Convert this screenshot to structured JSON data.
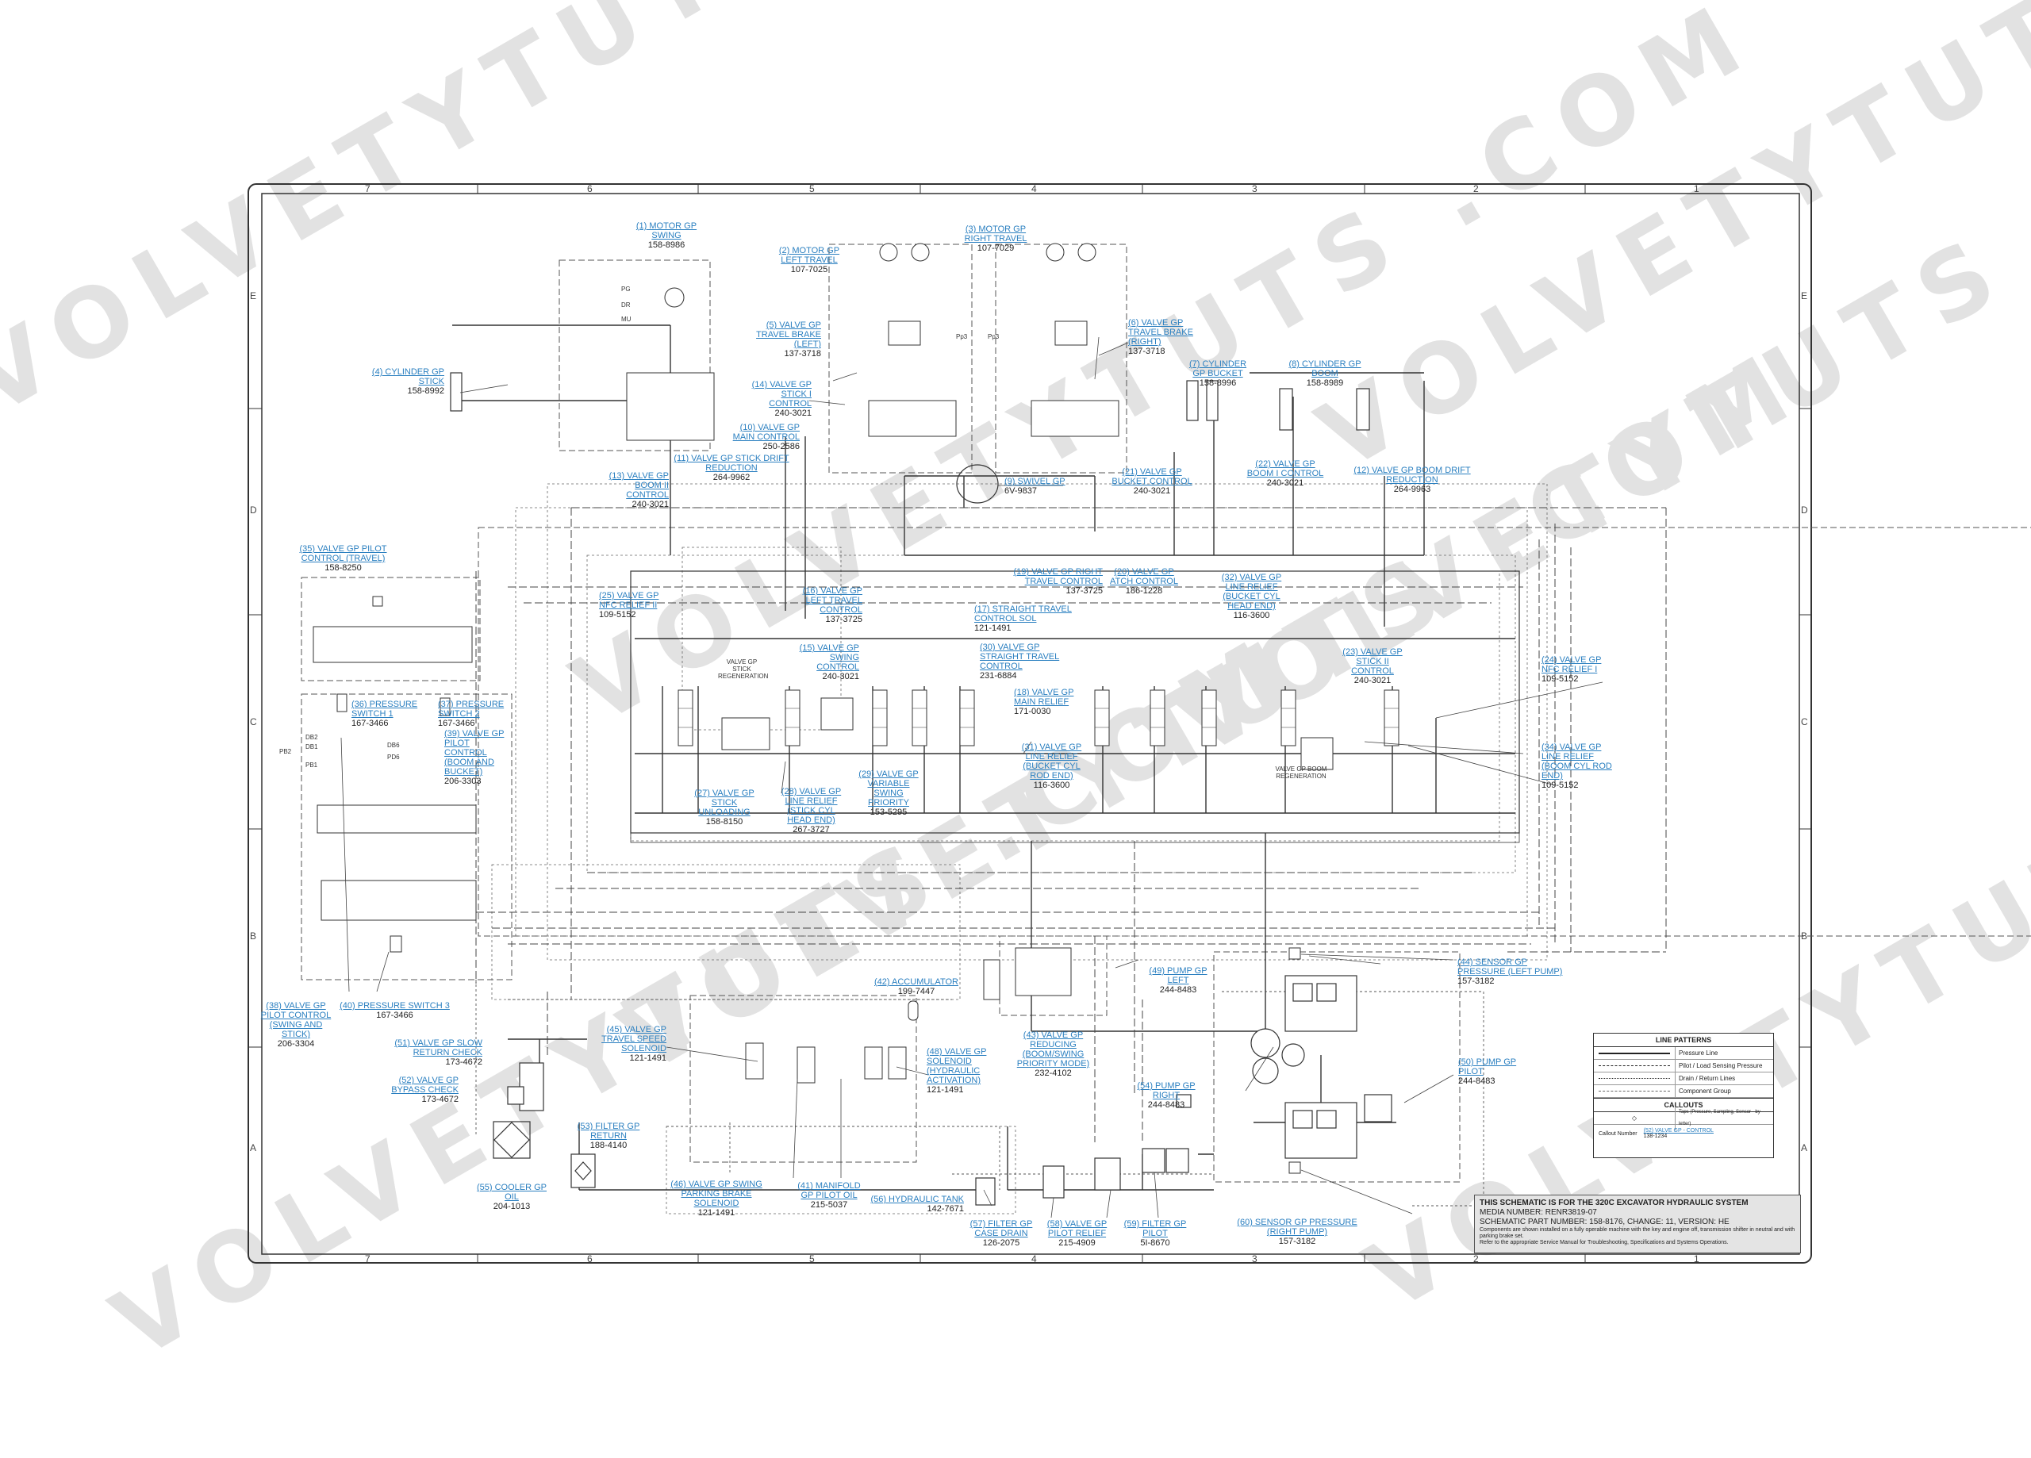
{
  "watermark": "VOLVETYTUTS .COM",
  "border": {
    "columns": [
      "7",
      "6",
      "5",
      "4",
      "3",
      "2",
      "1"
    ],
    "rows": [
      "E",
      "D",
      "C",
      "B",
      "A"
    ]
  },
  "callouts": {
    "c1": {
      "link": "(1) MOTOR GP SWING",
      "pn": "158-8986"
    },
    "c2": {
      "link": "(2) MOTOR GP LEFT TRAVEL",
      "pn": "107-7025"
    },
    "c3": {
      "link": "(3) MOTOR GP RIGHT TRAVEL",
      "pn": "107-7029"
    },
    "c4": {
      "link": "(4) CYLINDER GP STICK",
      "pn": "158-8992"
    },
    "c5": {
      "link": "(5) VALVE GP TRAVEL BRAKE (LEFT)",
      "pn": "137-3718"
    },
    "c6": {
      "link": "(6) VALVE GP TRAVEL BRAKE (RIGHT)",
      "pn": "137-3718"
    },
    "c7": {
      "link": "(7) CYLINDER GP BUCKET",
      "pn": "158-8996"
    },
    "c8": {
      "link": "(8) CYLINDER GP BOOM",
      "pn": "158-8989"
    },
    "c9": {
      "link": "(9) SWIVEL GP",
      "pn": "6V-9837"
    },
    "c10": {
      "link": "(10) VALVE GP MAIN CONTROL",
      "pn": "250-2586"
    },
    "c11": {
      "link": "(11) VALVE GP STICK DRIFT REDUCTION",
      "pn": "264-9962"
    },
    "c12": {
      "link": "(12) VALVE GP BOOM DRIFT REDUCTION",
      "pn": "264-9963"
    },
    "c13": {
      "link": "(13) VALVE GP BOOM II CONTROL",
      "pn": "240-3021"
    },
    "c14": {
      "link": "(14) VALVE GP STICK I CONTROL",
      "pn": "240-3021"
    },
    "c15": {
      "link": "(15) VALVE GP SWING CONTROL",
      "pn": "240-3021"
    },
    "c16": {
      "link": "(16) VALVE GP LEFT TRAVEL CONTROL",
      "pn": "137-3725"
    },
    "c17": {
      "link": "(17) STRAIGHT TRAVEL CONTROL SOL",
      "pn": "121-1491"
    },
    "c18": {
      "link": "(18) VALVE GP MAIN RELIEF",
      "pn": "171-0030"
    },
    "c19": {
      "link": "(19) VALVE GP RIGHT TRAVEL CONTROL",
      "pn": "137-3725"
    },
    "c20": {
      "link": "(20) VALVE GP ATCH CONTROL",
      "pn": "186-1228"
    },
    "c21": {
      "link": "(21) VALVE GP BUCKET CONTROL",
      "pn": "240-3021"
    },
    "c22": {
      "link": "(22) VALVE GP BOOM I CONTROL",
      "pn": "240-3021"
    },
    "c23": {
      "link": "(23) VALVE GP STICK II CONTROL",
      "pn": "240-3021"
    },
    "c24": {
      "link": "(24) VALVE GP NFC RELIEF I",
      "pn": "109-5152"
    },
    "c25": {
      "link": "(25) VALVE GP NFC RELIEF II",
      "pn": "109-5152"
    },
    "c27": {
      "link": "(27) VALVE GP STICK UNLOADING",
      "pn": "158-8150"
    },
    "c28": {
      "link": "(28) VALVE GP LINE RELIEF (STICK CYL HEAD END)",
      "pn": "267-3727"
    },
    "c29": {
      "link": "(29) VALVE GP VARIABLE SWING PRIORITY",
      "pn": "153-5295"
    },
    "c30": {
      "link": "(30) VALVE GP STRAIGHT TRAVEL CONTROL",
      "pn": "231-6884"
    },
    "c31": {
      "link": "(31) VALVE GP LINE RELIEF (BUCKET CYL ROD END)",
      "pn": "116-3600"
    },
    "c32": {
      "link": "(32) VALVE GP LINE RELIEF (BUCKET CYL HEAD END)",
      "pn": "116-3600"
    },
    "c34": {
      "link": "(34) VALVE GP LINE RELIEF (BOOM CYL ROD END)",
      "pn": "109-5152"
    },
    "c35": {
      "link": "(35) VALVE GP PILOT CONTROL (TRAVEL)",
      "pn": "158-8250"
    },
    "c36": {
      "link": "(36) PRESSURE SWITCH 1",
      "pn": "167-3466"
    },
    "c37": {
      "link": "(37) PRESSURE SWITCH 2",
      "pn": "167-3466"
    },
    "c38": {
      "link": "(38) VALVE GP PILOT CONTROL (SWING AND STICK)",
      "pn": "206-3304"
    },
    "c39": {
      "link": "(39) VALVE GP PILOT CONTROL (BOOM AND BUCKET)",
      "pn": "206-3303"
    },
    "c40": {
      "link": "(40) PRESSURE SWITCH 3",
      "pn": "167-3466"
    },
    "c41": {
      "link": "(41) MANIFOLD GP PILOT OIL",
      "pn": "215-5037"
    },
    "c42": {
      "link": "(42) ACCUMULATOR",
      "pn": "199-7447"
    },
    "c43": {
      "link": "(43) VALVE GP REDUCING (BOOM/SWING PRIORITY MODE)",
      "pn": "232-4102"
    },
    "c44": {
      "link": "(44) SENSOR GP PRESSURE (LEFT PUMP)",
      "pn": "157-3182"
    },
    "c45": {
      "link": "(45) VALVE GP TRAVEL SPEED SOLENOID",
      "pn": "121-1491"
    },
    "c46": {
      "link": "(46) VALVE GP SWING PARKING BRAKE SOLENOID",
      "pn": "121-1491"
    },
    "c48": {
      "link": "(48) VALVE GP SOLENOID (HYDRAULIC ACTIVATION)",
      "pn": "121-1491"
    },
    "c49": {
      "link": "(49) PUMP GP LEFT",
      "pn": "244-8483"
    },
    "c50": {
      "link": "(50) PUMP GP PILOT",
      "pn": "244-8483"
    },
    "c51": {
      "link": "(51) VALVE GP SLOW RETURN CHECK",
      "pn": "173-4672"
    },
    "c52": {
      "link": "(52) VALVE GP BYPASS CHECK",
      "pn": "173-4672"
    },
    "c53": {
      "link": "(53) FILTER GP RETURN",
      "pn": "188-4140"
    },
    "c54": {
      "link": "(54) PUMP GP RIGHT",
      "pn": "244-8483"
    },
    "c55": {
      "link": "(55) COOLER GP OIL",
      "pn": "204-1013"
    },
    "c56": {
      "link": "(56) HYDRAULIC TANK",
      "pn": "142-7671"
    },
    "c57": {
      "link": "(57) FILTER GP CASE DRAIN",
      "pn": "126-2075"
    },
    "c58": {
      "link": "(58) VALVE GP PILOT RELIEF",
      "pn": "215-4909"
    },
    "c59": {
      "link": "(59) FILTER GP PILOT",
      "pn": "5I-8670"
    },
    "c60": {
      "link": "(60) SENSOR GP PRESSURE (RIGHT PUMP)",
      "pn": "157-3182"
    }
  },
  "inner_labels": {
    "stick_regen": "VALVE GP STICK REGENERATION",
    "boom_regen": "VALVE GP BOOM REGENERATION",
    "pg": "PG",
    "dr": "DR",
    "mu": "MU",
    "pp3a": "Pp3",
    "pp3b": "Pp3",
    "pb2": "PB2",
    "db2": "DB2",
    "db1": "DB1",
    "pb1": "PB1",
    "db6": "DB6",
    "pd6": "PD6"
  },
  "legend": {
    "title": "LINE PATTERNS",
    "rows": [
      "Pressure Line",
      "Pilot / Load Sensing Pressure",
      "Drain / Return Lines",
      "Component Group"
    ],
    "callouts_title": "CALLOUTS",
    "taps": "Taps (Pressure, Sampling, Sensor - by letter)",
    "callout_number": "Callout Number",
    "example_link": "(52) VALVE GP - CONTROL",
    "example_pn": "138-1234"
  },
  "title_block": {
    "line1": "THIS SCHEMATIC IS FOR THE 320C EXCAVATOR HYDRAULIC SYSTEM",
    "line2": "MEDIA NUMBER: RENR3819-07",
    "line3": "SCHEMATIC PART NUMBER: 158-8176, CHANGE: 11, VERSION: HE",
    "line4": "Components are shown installed on a fully operable machine with the key and engine off, transmission shifter in neutral and with parking brake set.",
    "line5": "Refer to the appropriate Service Manual for Troubleshooting, Specifications and Systems Operations."
  },
  "colors": {
    "link": "#2a7fc0",
    "line": "#444444",
    "watermark": "#e2e2e2",
    "titleblock": "#e4e4e4"
  }
}
